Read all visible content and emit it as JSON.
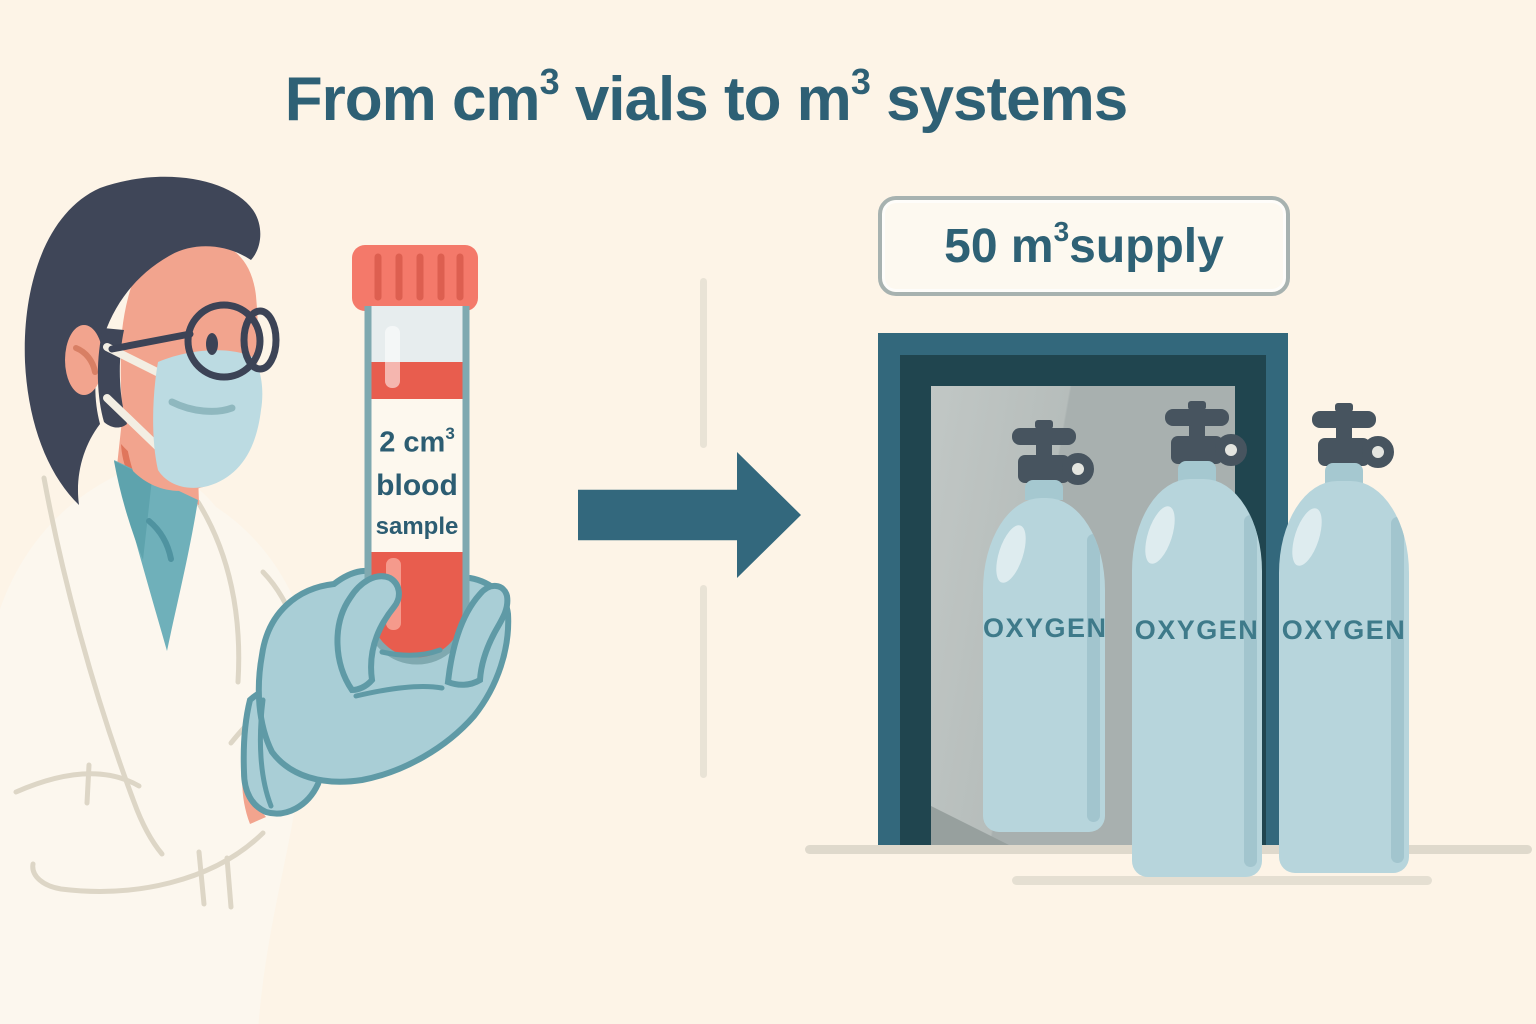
{
  "title": {
    "prefix": "From cm",
    "sup1": "3",
    "middle": " vials to m",
    "sup2": "3",
    "suffix": " systems"
  },
  "vial": {
    "volume": "2 cm",
    "volume_sup": "3",
    "line2": "blood",
    "line3": "sample"
  },
  "supply_badge": {
    "value": "50 m",
    "sup": "3",
    "suffix": " supply"
  },
  "tanks": [
    {
      "label": "OXYGEN"
    },
    {
      "label": "OXYGEN"
    },
    {
      "label": "OXYGEN"
    }
  ],
  "colors": {
    "background": "#fdf4e7",
    "heading_teal": "#2e6075",
    "arrow_teal": "#33687d",
    "door_frame_teal": "#33687c",
    "door_frame_dark": "#20454f",
    "tank_blue": "#b7d5dc",
    "oxygen_label_teal": "#3e7a8a",
    "valve_gray": "#47545f",
    "blood_red": "#e85d4e",
    "cap_red": "#f4796a",
    "mask_blue": "#bcdbe2",
    "glove_blue": "#a9ced6",
    "skin": "#f2a48e",
    "hair": "#3f4658",
    "floor_line": "#dfd9cc"
  }
}
